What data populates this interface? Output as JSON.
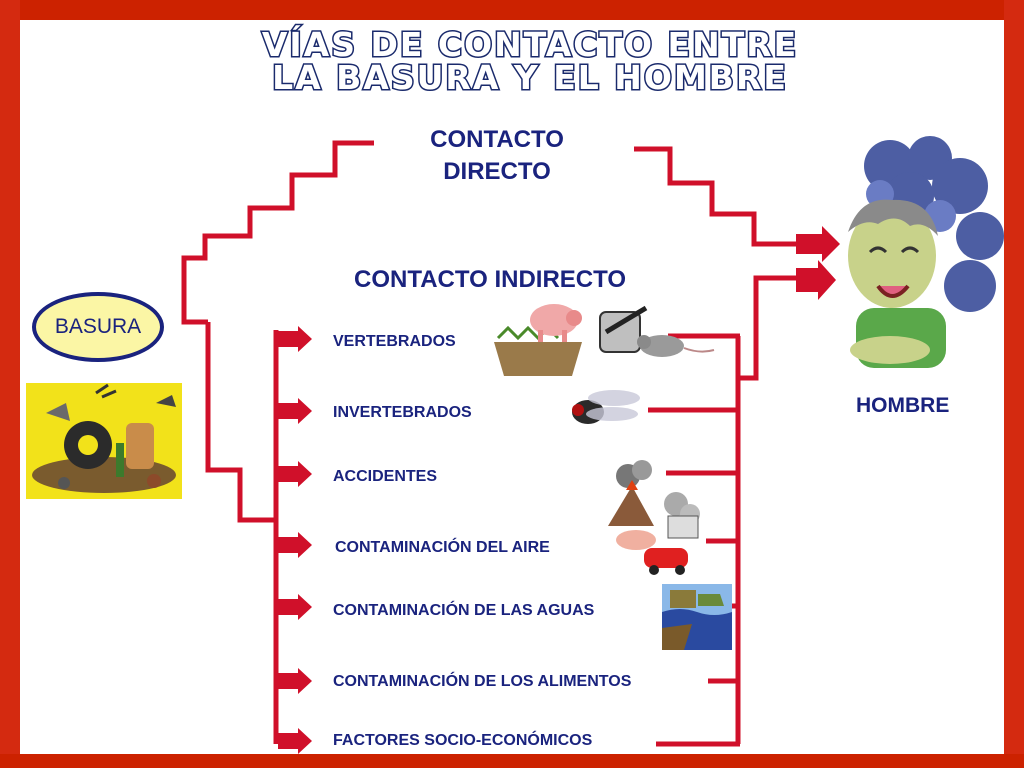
{
  "title": {
    "line1": "VÍAS DE CONTACTO ENTRE",
    "line2": "LA BASURA Y EL HOMBRE"
  },
  "nodes": {
    "basura": "BASURA",
    "hombre": "HOMBRE",
    "direct_line1": "CONTACTO",
    "direct_line2": "DIRECTO",
    "indirect": "CONTACTO INDIRECTO"
  },
  "routes": [
    "VERTEBRADOS",
    "INVERTEBRADOS",
    "ACCIDENTES",
    "CONTAMINACIÓN DEL AIRE",
    "CONTAMINACIÓN DE LAS AGUAS",
    "CONTAMINACIÓN DE LOS ALIMENTOS",
    "FACTORES SOCIO-ECONÓMICOS"
  ],
  "colors": {
    "frame": "#cc2200",
    "connector": "#d0102a",
    "text": "#1a237e",
    "title_stroke": "#1a2a6c",
    "oval_fill": "#fbf6a5"
  }
}
